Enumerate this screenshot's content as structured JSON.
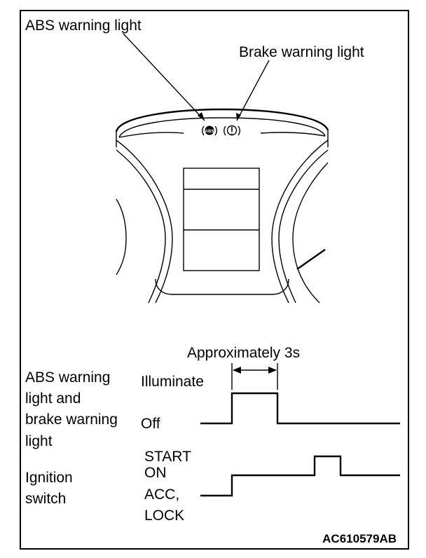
{
  "callouts": {
    "abs_warning_light": "ABS warning light",
    "brake_warning_light": "Brake warning light"
  },
  "timing": {
    "duration_label": "Approximately 3s",
    "lamp_signal_label_lines": [
      "ABS warning",
      "light and",
      "brake warning",
      "light"
    ],
    "lamp_states": {
      "on": "Illuminate",
      "off": "Off"
    },
    "ignition_label_lines": [
      "Ignition",
      "switch"
    ],
    "ignition_states": {
      "start": "START",
      "on": "ON",
      "acc_lock_lines": [
        "ACC,",
        "LOCK"
      ]
    }
  },
  "figure_code": "AC610579AB",
  "icons": {
    "abs_lamp": "abs-lamp-icon",
    "brake_lamp": "brake-lamp-icon"
  }
}
